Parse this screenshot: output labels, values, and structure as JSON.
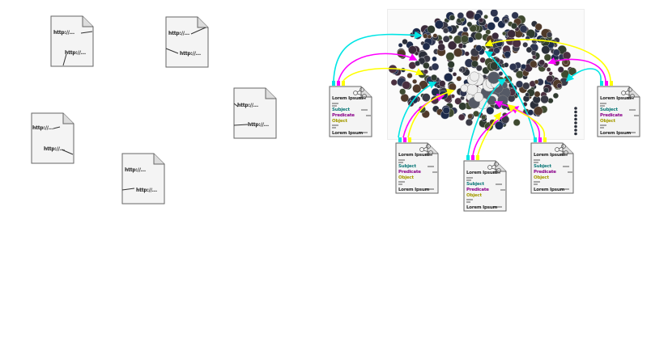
{
  "left_documents": [
    {
      "lines": [
        "http://...",
        "http://..."
      ]
    },
    {
      "lines": [
        "http://...",
        "http://..."
      ]
    },
    {
      "lines": [
        "http://..."
      ]
    },
    {
      "lines": [
        "http://...",
        "http://..."
      ]
    },
    {
      "lines": [
        "http://...",
        "http://..."
      ]
    }
  ],
  "rdf_documents": [
    {
      "header": "Lorem Ipsum",
      "subject": "Subject",
      "predicate": "Predicate",
      "object": "Object",
      "footer": "Lorem Ipsum"
    },
    {
      "header": "Lorem Ipsum",
      "subject": "Subject",
      "predicate": "Predicate",
      "object": "Object",
      "footer": "Lorem Ipsum"
    },
    {
      "header": "Lorem Ipsum",
      "subject": "Subject",
      "predicate": "Predicate",
      "object": "Object",
      "footer": "Lorem Ipsum"
    },
    {
      "header": "Lorem Ipsum",
      "subject": "Subject",
      "predicate": "Predicate",
      "object": "Object",
      "footer": "Lorem Ipsum"
    },
    {
      "header": "Lorem Ipsum",
      "subject": "Subject",
      "predicate": "Predicate",
      "object": "Object",
      "footer": "Lorem Ipsum"
    }
  ],
  "colors": {
    "subject": "#00e5e5",
    "predicate": "#ff00ff",
    "object": "#ffff00"
  }
}
